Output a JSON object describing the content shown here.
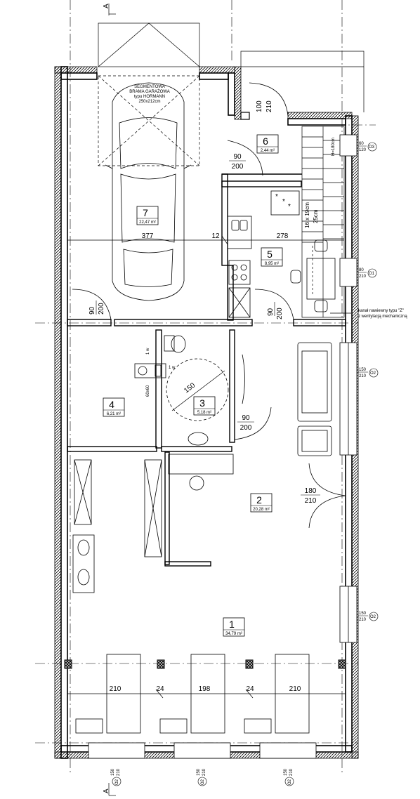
{
  "section_mark": "A",
  "garage_gate_label": [
    "SEGMENTOWA",
    "BRAMA GARAŻOWA",
    "typu HORMANN",
    "250x212cm"
  ],
  "rooms": [
    {
      "number": "7",
      "area": "22,47 m²"
    },
    {
      "number": "6",
      "area": "2,44 m²"
    },
    {
      "number": "5",
      "area": "8,95 m²"
    },
    {
      "number": "4",
      "area": "6,21 m²"
    },
    {
      "number": "3",
      "area": "5,18 m²"
    },
    {
      "number": "2",
      "area": "20,28 m²"
    },
    {
      "number": "1",
      "area": "34,79 m²"
    }
  ],
  "door_labels": [
    {
      "w": "100",
      "h": "210"
    },
    {
      "w": "90",
      "h": "200"
    },
    {
      "w": "90",
      "h": "200"
    },
    {
      "w": "90",
      "h": "200"
    },
    {
      "w": "90",
      "h": "200"
    },
    {
      "w": "180",
      "h": "210"
    }
  ],
  "dimensions": [
    "377",
    "12",
    "278",
    "150",
    "210",
    "24",
    "198",
    "24",
    "210"
  ],
  "windows": [
    {
      "w": "60",
      "h": "120",
      "code": "O3"
    },
    {
      "w": "80",
      "h": "210",
      "code": "O1"
    },
    {
      "w": "150",
      "h": "210",
      "code": "O2"
    },
    {
      "w": "150",
      "h": "210",
      "code": "O2"
    }
  ],
  "bottom_windows": [
    {
      "w": "150",
      "h": "210",
      "code": "O2"
    },
    {
      "w": "150",
      "h": "210",
      "code": "O2"
    },
    {
      "w": "150",
      "h": "210",
      "code": "O2"
    }
  ],
  "stair_labels": [
    "16 x 19cm",
    "25cm",
    "H=180cm"
  ],
  "vent_note": [
    "kanał nawiewny typu \"Z\"",
    "z wentylacją mechaniczną"
  ],
  "wc_labels": [
    "1 w",
    "1 w",
    "60x60"
  ]
}
